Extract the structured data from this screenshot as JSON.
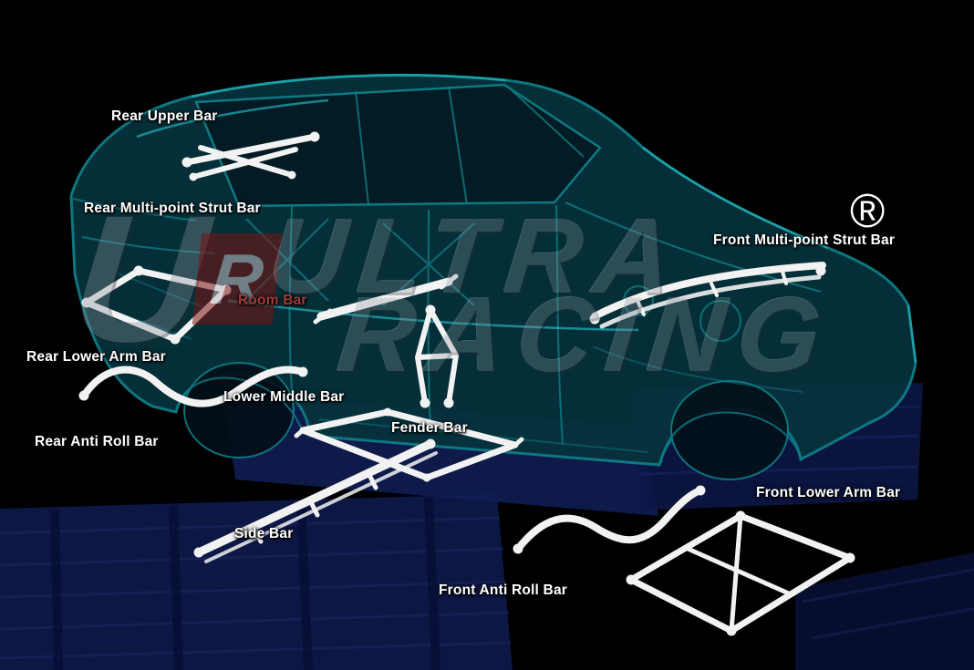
{
  "colors": {
    "background": "#000000",
    "label_text": "#ffffff",
    "room_bar_label": "#a23a3a",
    "chassis_teal": "#0e7d86",
    "chassis_teal_bright": "#22b3bb",
    "chassis_fill": "#06323c",
    "glass_fill": "#021a23",
    "base_navy": "#0d1a4a",
    "base_navy_light": "#101e56",
    "bar_white": "#f2f2f2",
    "watermark_gray": "#8a929c",
    "watermark_red": "#7c1212"
  },
  "watermark": {
    "letter_u": "U",
    "letter_r": "R",
    "line1": "ULTRA",
    "line2": "RACING",
    "registered": "®"
  },
  "labels": [
    {
      "id": "rear-upper-bar",
      "text": "Rear Upper Bar"
    },
    {
      "id": "rear-multi-point-strut-bar",
      "text": "Rear Multi-point Strut Bar"
    },
    {
      "id": "room-bar",
      "text": "Room Bar",
      "color": "#a23a3a"
    },
    {
      "id": "front-multi-point-strut-bar",
      "text": "Front Multi-point Strut Bar"
    },
    {
      "id": "rear-lower-arm-bar",
      "text": "Rear Lower Arm Bar"
    },
    {
      "id": "lower-middle-bar",
      "text": "Lower Middle Bar"
    },
    {
      "id": "rear-anti-roll-bar",
      "text": "Rear Anti Roll Bar"
    },
    {
      "id": "fender-bar",
      "text": "Fender Bar"
    },
    {
      "id": "side-bar",
      "text": "Side Bar"
    },
    {
      "id": "front-anti-roll-bar",
      "text": "Front Anti Roll Bar"
    },
    {
      "id": "front-lower-arm-bar",
      "text": "Front Lower Arm Bar"
    }
  ]
}
